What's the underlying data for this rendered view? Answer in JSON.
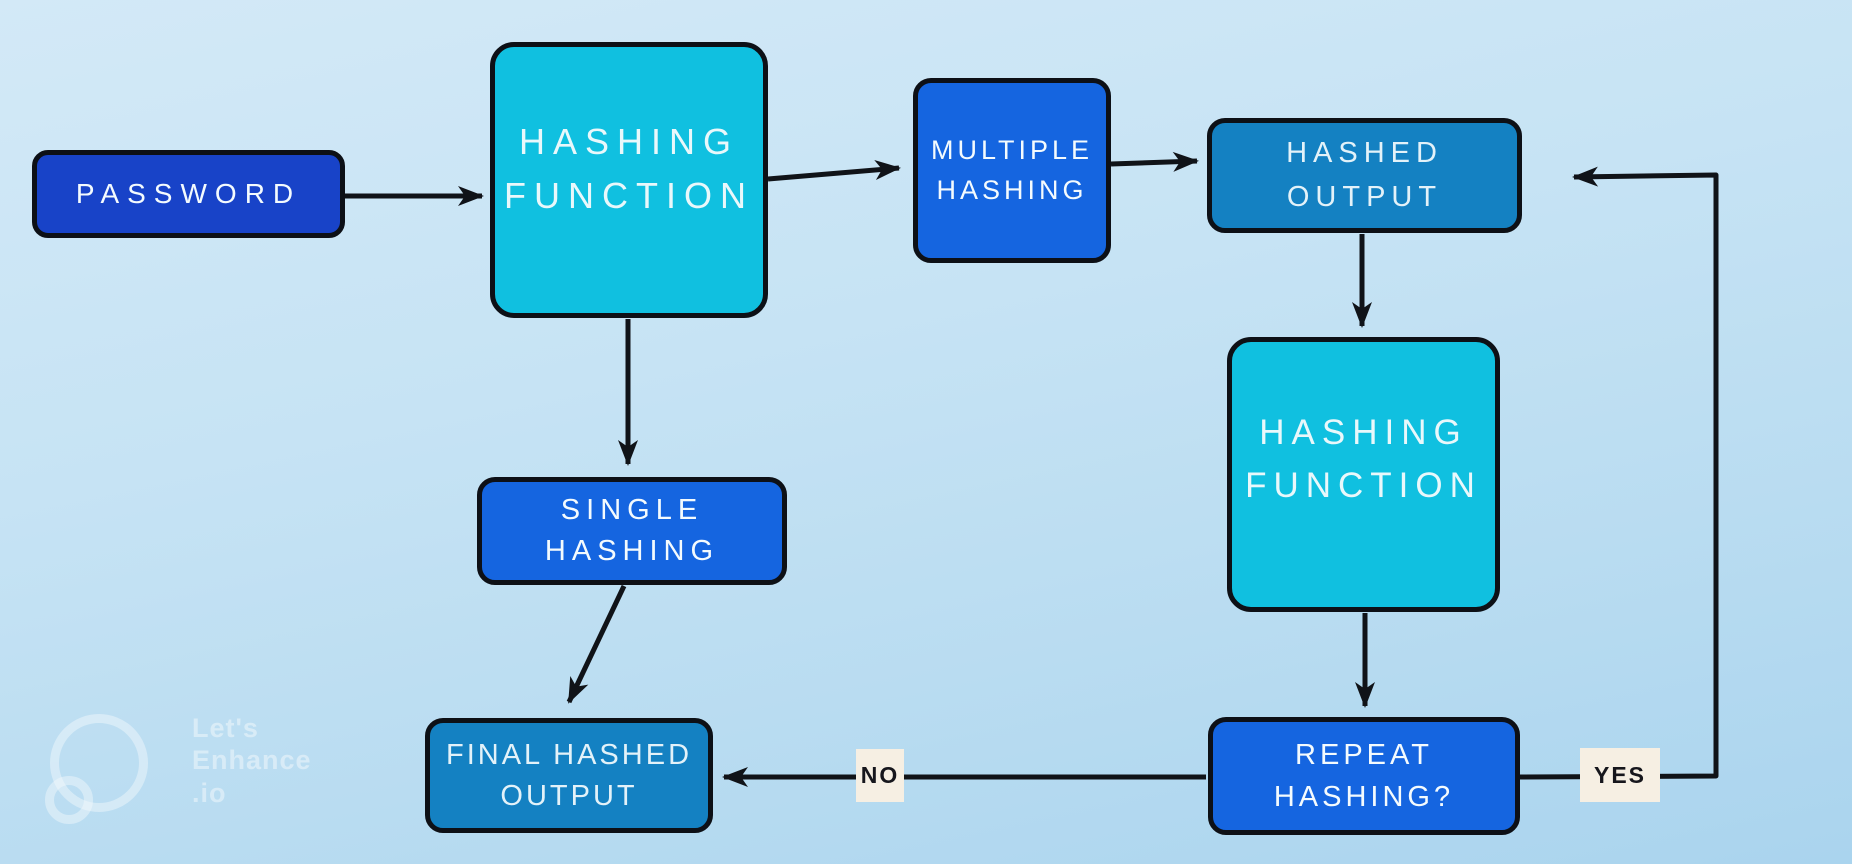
{
  "diagram": {
    "type": "flowchart",
    "topic": "password hashing process"
  },
  "nodes": [
    {
      "id": "password",
      "label": "PASSWORD"
    },
    {
      "id": "hashing-function-1",
      "label": "HASHING\nFUNCTION"
    },
    {
      "id": "multiple-hashing",
      "label": "MULTIPLE\nHASHING"
    },
    {
      "id": "hashed-output",
      "label": "HASHED\nOUTPUT"
    },
    {
      "id": "hashing-function-2",
      "label": "HASHING\nFUNCTION"
    },
    {
      "id": "single-hashing",
      "label": "SINGLE\nHASHING"
    },
    {
      "id": "final-hashed-output",
      "label": "FINAL HASHED\nOUTPUT"
    },
    {
      "id": "repeat-hashing",
      "label": "REPEAT\nHASHING?"
    }
  ],
  "edges": [
    {
      "from": "password",
      "to": "hashing-function-1"
    },
    {
      "from": "hashing-function-1",
      "to": "multiple-hashing"
    },
    {
      "from": "multiple-hashing",
      "to": "hashed-output"
    },
    {
      "from": "hashed-output",
      "to": "hashing-function-2"
    },
    {
      "from": "hashing-function-2",
      "to": "repeat-hashing"
    },
    {
      "from": "hashing-function-1",
      "to": "single-hashing"
    },
    {
      "from": "single-hashing",
      "to": "final-hashed-output"
    },
    {
      "from": "repeat-hashing",
      "to": "final-hashed-output",
      "label": "NO"
    },
    {
      "from": "repeat-hashing",
      "to": "hashed-output",
      "label": "YES"
    }
  ],
  "colors": {
    "background_top": "#d3e9f7",
    "background_bottom": "#aad4ee",
    "node_royal_blue": "#1843c8",
    "node_azure_blue": "#1565e0",
    "node_cyan": "#10c0e0",
    "node_ocean_blue": "#1481c2",
    "node_border": "#0d1016",
    "connector": "#101318",
    "node_text": "#f4fbfe",
    "edge_label_background": "#f6efe3",
    "edge_label_text": "#16161c"
  },
  "watermark": {
    "lines": [
      "Let's",
      "Enhance",
      ".io"
    ]
  }
}
